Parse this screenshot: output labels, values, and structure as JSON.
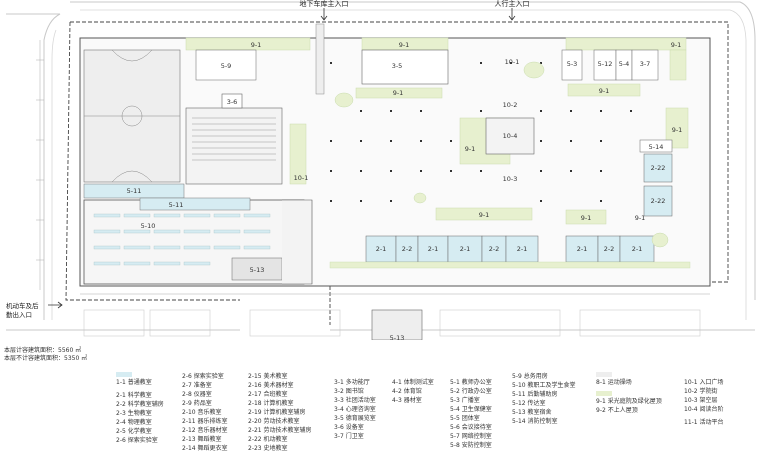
{
  "header": {
    "entrance_underground": "地下车库主入口",
    "entrance_pedestrian": "人行主入口"
  },
  "side_note": {
    "line1": "机动车及后",
    "line2": "勤出入口"
  },
  "areas": {
    "counted": "本层计容建筑面积：5560 ㎡",
    "uncounted": "本层不计容建筑面积：5350 ㎡"
  },
  "colors": {
    "classroom_blue": "#d6ecf2",
    "green_space": "#e7f0cf",
    "green_line": "#c9dcae",
    "sports_grey": "#eeeeee",
    "wall": "#555555",
    "dashed_boundary": "#444444",
    "road": "#c8c8c8"
  },
  "room_labels": {
    "r_91_a": "9-1",
    "r_91_b": "9-1",
    "r_91_c": "9-1",
    "r_91_d": "9-1",
    "r_91_e": "9-1",
    "r_91_f": "9-1",
    "r_91_g": "9-1",
    "r_91_h": "9-1",
    "r_91_i": "9-1",
    "r_91_j": "9-1",
    "r_59": "5-9",
    "r_35": "3-5",
    "r_36": "3-6",
    "r_101": "10-1",
    "r_102": "10-2",
    "r_103": "10-3",
    "r_104": "10-4",
    "r_101b": "10-1",
    "r_53": "5-3",
    "r_512": "5-12",
    "r_54": "5-4",
    "r_37": "3-7",
    "r_514": "5-14",
    "r_222a": "2-22",
    "r_222b": "2-22",
    "r_511a": "5-11",
    "r_511b": "5-11",
    "r_510": "5-10",
    "r_513": "5-13",
    "r_513b": "5-13",
    "r_21a": "2-1",
    "r_22a": "2-2",
    "r_21b": "2-1",
    "r_21c": "2-1",
    "r_22b": "2-2",
    "r_21d": "2-1",
    "r_21e": "2-1",
    "r_22c": "2-2",
    "r_21f": "2-1"
  },
  "legend": {
    "col1": {
      "items": [
        "1-1 普通教室",
        "",
        "2-1 科学教室",
        "2-2 科学教室辅房",
        "2-3 生物教室",
        "2-4 物理教室",
        "2-5 化学教室",
        "2-6 探索实验室"
      ]
    },
    "col2": {
      "items": [
        "2-6 探索实验室",
        "2-7 准备室",
        "2-8 仪器室",
        "2-9 药品室",
        "2-10 音乐教室",
        "2-11 器乐排练室",
        "2-12 音乐器材室",
        "2-13 舞蹈教室",
        "2-14 舞蹈更衣室"
      ]
    },
    "col3": {
      "items": [
        "2-15 美术教室",
        "2-16 美术器材室",
        "2-17 合班教室",
        "2-18 计算机教室",
        "2-19 计算机教室辅房",
        "2-20 劳动技术教室",
        "2-21 劳动技术教室辅房",
        "2-22 机动教室",
        "2-23 史地教室"
      ]
    },
    "col4": {
      "items": [
        "3-1 多功能厅",
        "3-2 图书馆",
        "3-3 社团活动室",
        "3-4 心理咨询室",
        "3-5 德育展览室",
        "3-6 设备室",
        "3-7 门卫室"
      ]
    },
    "col5": {
      "items": [
        "4-1 体制测试室",
        "4-2 体育馆",
        "4-3 器材室"
      ]
    },
    "col6": {
      "items": [
        "5-1 教师办公室",
        "5-2 行政办公室",
        "5-3 广播室",
        "5-4 卫生保健室",
        "5-5 团体室",
        "5-6 会议接待室",
        "5-7 网络控制室",
        "5-8 安防控制室"
      ]
    },
    "col7": {
      "items": [
        "5-9 总务用房",
        "5-10 教职工及学生食堂",
        "5-11 后勤辅助房",
        "5-12 传达室",
        "5-13 教室宿舍",
        "5-14 消防控制室"
      ]
    },
    "col8": {
      "items": [
        "8-1 运动操场",
        "",
        "9-1 采光庭院及绿化屋顶",
        "9-2 不上人屋顶"
      ]
    },
    "col9": {
      "items": [
        "10-1 入口广场",
        "10-2 学院街",
        "10-3 架空层",
        "10-4 阅读台阶",
        "",
        "11-1 活动平台"
      ]
    }
  }
}
